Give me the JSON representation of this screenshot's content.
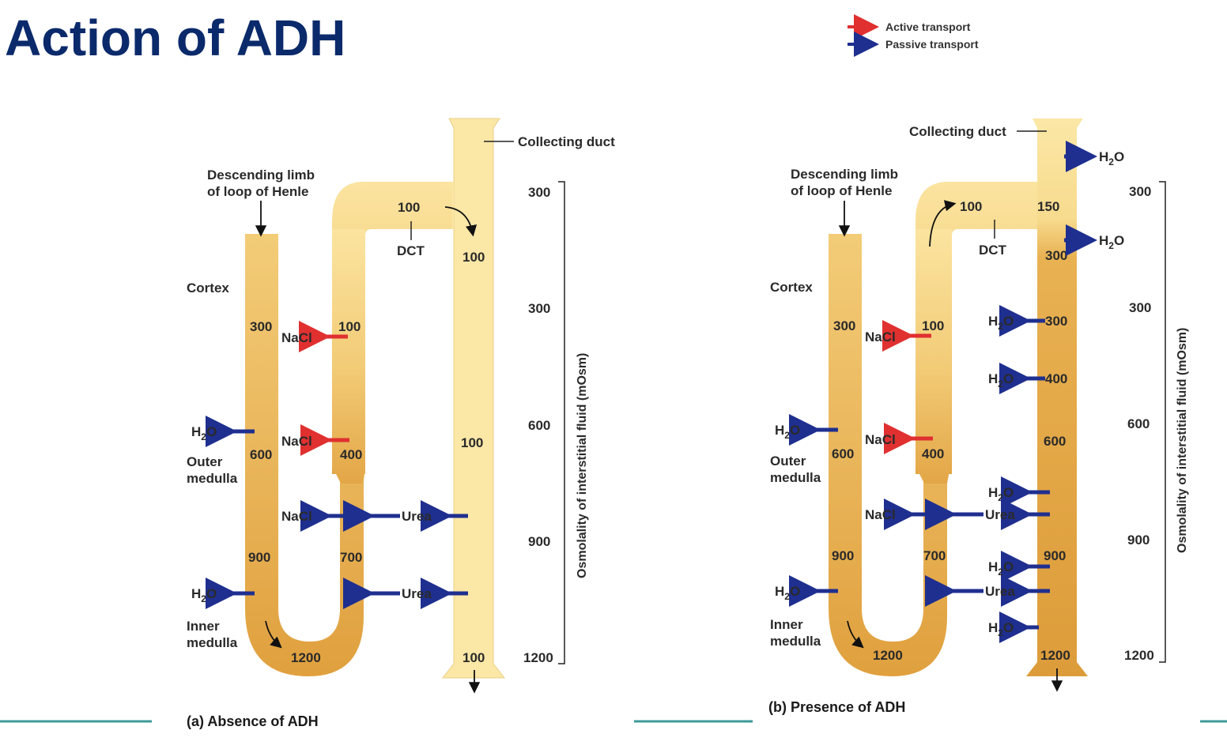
{
  "title": "Action of ADH",
  "colors": {
    "title": "#0b2a6b",
    "active_arrow": "#e03030",
    "passive_arrow": "#1f2f8f",
    "tubule_light": "#fbe7a6",
    "tubule_mid": "#f1c66a",
    "tubule_dark": "#e3a544",
    "rule": "#3e9a9a"
  },
  "legend": {
    "active": "Active transport",
    "passive": "Passive transport"
  },
  "panel_a": {
    "caption": "(a) Absence of ADH",
    "collecting_duct": "Collecting duct",
    "descending_line1": "Descending limb",
    "descending_line2": "of loop of Henle",
    "dct": "DCT",
    "cortex": "Cortex",
    "outer_line1": "Outer",
    "outer_line2": "medulla",
    "inner_line1": "Inner",
    "inner_line2": "medulla",
    "axis_title": "Osmolality of interstitial fluid (mOsm)",
    "axis_ticks": [
      "300",
      "300",
      "600",
      "900",
      "1200"
    ],
    "descending_values": [
      "300",
      "600",
      "900"
    ],
    "bottom_value": "1200",
    "ascending_values": [
      "100",
      "400",
      "700"
    ],
    "dct_value": "100",
    "duct_values": [
      "100",
      "100",
      "100"
    ],
    "nacl": "NaCl",
    "h2o": "H",
    "h2o_sub": "2",
    "h2o_o": "O",
    "urea": "Urea"
  },
  "panel_b": {
    "caption": "(b) Presence of ADH",
    "collecting_duct": "Collecting duct",
    "descending_line1": "Descending limb",
    "descending_line2": "of loop of Henle",
    "dct": "DCT",
    "cortex": "Cortex",
    "outer_line1": "Outer",
    "outer_line2": "medulla",
    "inner_line1": "Inner",
    "inner_line2": "medulla",
    "axis_title": "Osmolality of interstitial fluid (mOsm)",
    "axis_ticks": [
      "300",
      "300",
      "600",
      "900",
      "1200"
    ],
    "descending_values": [
      "300",
      "600",
      "900"
    ],
    "bottom_value": "1200",
    "ascending_values": [
      "100",
      "400",
      "700"
    ],
    "dct_value_left": "100",
    "dct_value_right": "150",
    "duct_values": [
      "300",
      "300",
      "400",
      "600",
      "900",
      "1200"
    ],
    "nacl": "NaCl",
    "h2o": "H",
    "h2o_sub": "2",
    "h2o_o": "O",
    "urea": "Urea"
  }
}
